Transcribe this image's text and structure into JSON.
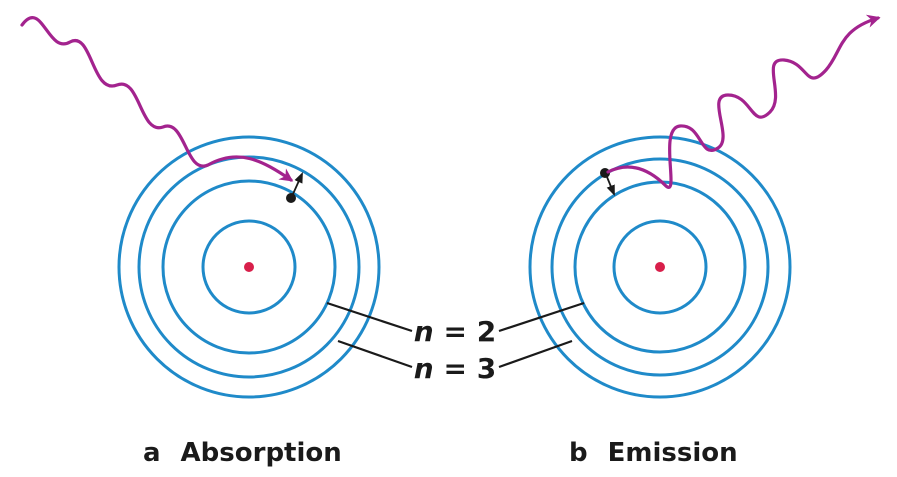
{
  "colors": {
    "orbit": "#1f8ac9",
    "nucleus": "#d81f4a",
    "photon": "#a3238e",
    "electron": "#1a1a1a",
    "text": "#1a1a1a"
  },
  "labels": {
    "n2": {
      "var": "n",
      "rest": " = 2"
    },
    "n3": {
      "var": "n",
      "rest": " = 3"
    }
  },
  "panels": [
    {
      "letter": "a",
      "title": "Absorption"
    },
    {
      "letter": "b",
      "title": "Emission"
    }
  ],
  "icons": {
    "photon": "wavy-arrow",
    "electron": "dot",
    "nucleus": "dot"
  }
}
